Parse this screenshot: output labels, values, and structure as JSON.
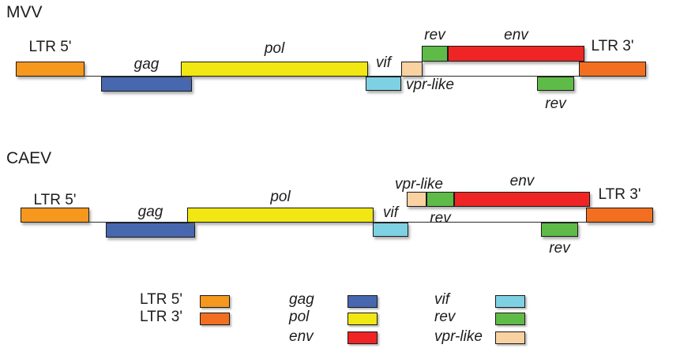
{
  "rows": {
    "mvv": {
      "title": "MVV",
      "genes": {
        "ltr5": "LTR 5'",
        "gag": "gag",
        "pol": "pol",
        "vif": "vif",
        "vpr_like": "vpr-like",
        "rev": "rev",
        "env": "env",
        "ltr3": "LTR 3'",
        "rev2": "rev"
      }
    },
    "caev": {
      "title": "CAEV",
      "genes": {
        "ltr5": "LTR 5'",
        "gag": "gag",
        "pol": "pol",
        "vif": "vif",
        "vpr_like": "vpr-like",
        "rev": "rev",
        "env": "env",
        "ltr3": "LTR 3'",
        "rev2": "rev"
      }
    }
  },
  "colors": {
    "ltr5": "#F6981E",
    "ltr3": "#F26F21",
    "gag": "#4767AF",
    "pol": "#F0E713",
    "env": "#EE2524",
    "vif": "#7ED1E3",
    "rev": "#5FBB47",
    "vpr_like": "#FAD2A2",
    "outline": "#1A1A1A",
    "baseline": "#2B2B2B",
    "text": "#1C1C1C",
    "background": "#FFFFFF"
  },
  "legend": {
    "items": [
      {
        "label": "LTR 5'",
        "color": "#F6981E"
      },
      {
        "label": "LTR 3'",
        "color": "#F26F21"
      },
      {
        "label": "gag",
        "color": "#4767AF"
      },
      {
        "label": "pol",
        "color": "#F0E713"
      },
      {
        "label": "env",
        "color": "#EE2524"
      },
      {
        "label": "vif",
        "color": "#7ED1E3"
      },
      {
        "label": "rev",
        "color": "#5FBB47"
      },
      {
        "label": "vpr-like",
        "color": "#FAD2A2"
      }
    ]
  }
}
